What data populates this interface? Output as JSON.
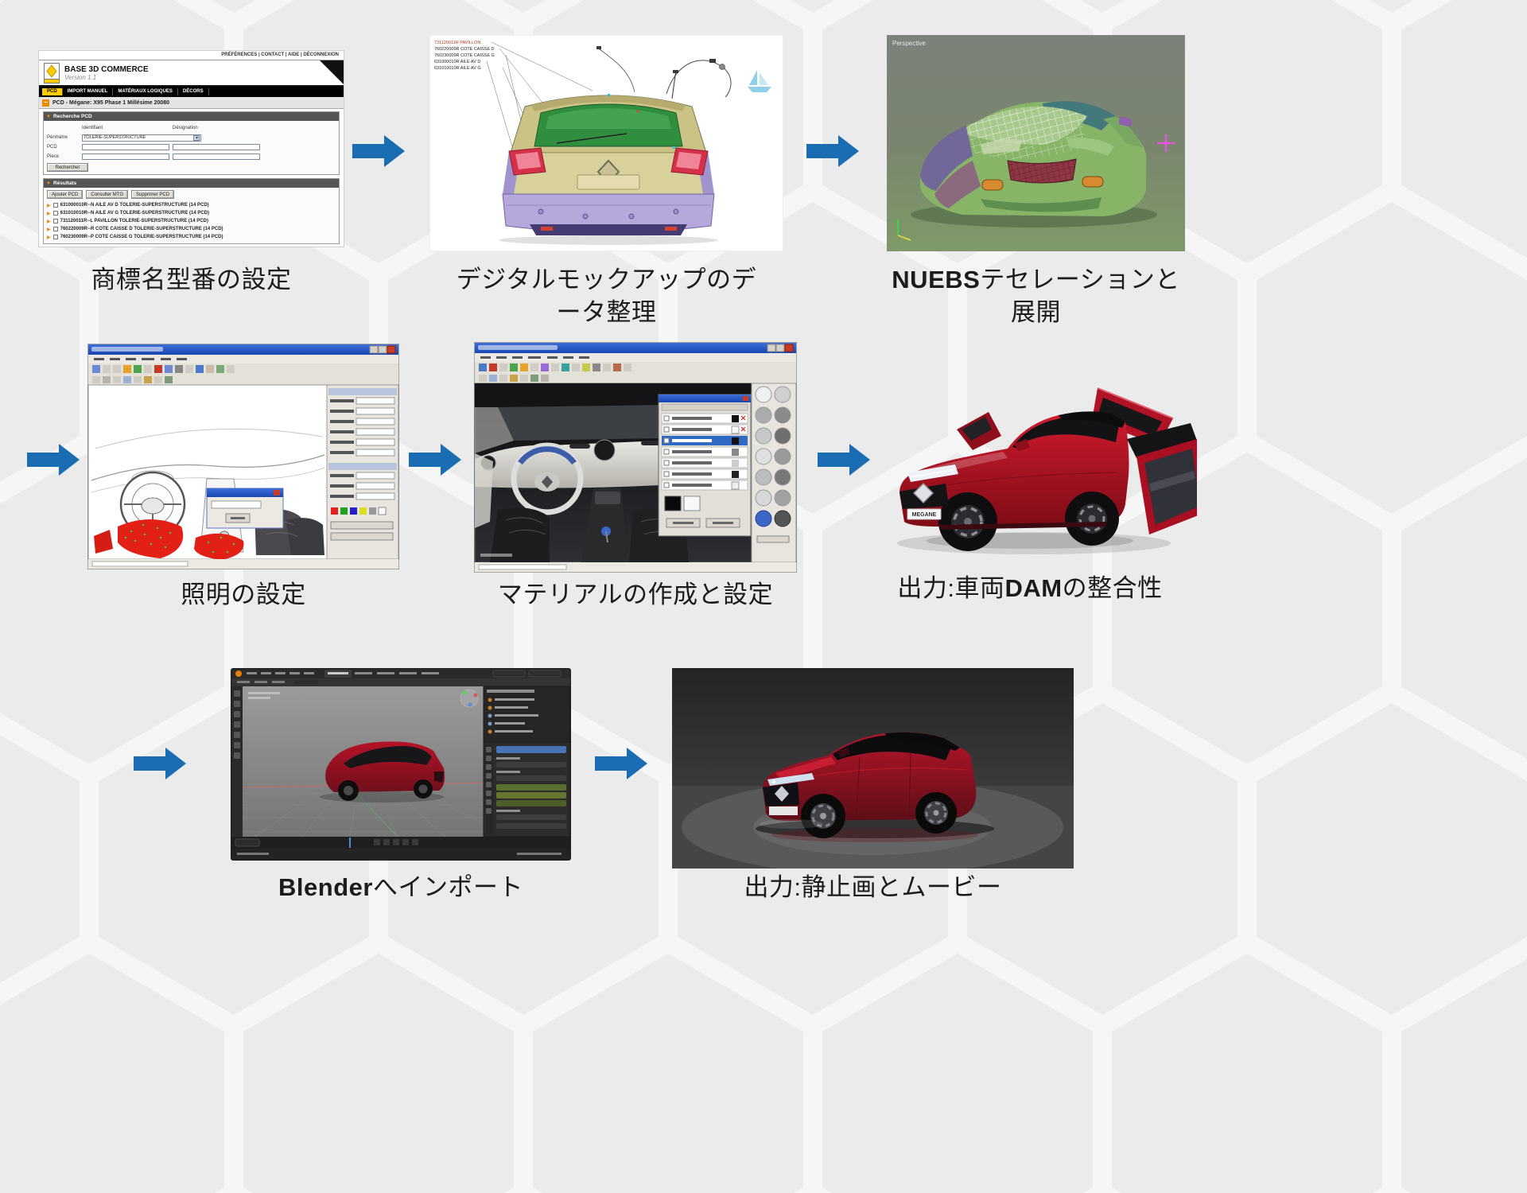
{
  "page": {
    "type": "workflow-diagram"
  },
  "colors": {
    "background": "#ebebeb",
    "hexagon_line": "#f6f6f6",
    "arrow_blue": "#1a6db3",
    "caption_text": "#1c1c1c",
    "renault_yellow": "#ffcc00",
    "megane_red": "#b01226"
  },
  "captions": {
    "step1": "商標名型番の設定",
    "step2_line1": "デジタルモックアップのデ",
    "step2_line2": "ータ整理",
    "step3_bold": "NUEBS",
    "step3_rest": "テセレーションと",
    "step3_line2": "展開",
    "step4": "照明の設定",
    "step5": "マテリアルの作成と設定",
    "step6_pre": "出力:車両",
    "step6_bold": "DAM",
    "step6_post": "の整合性",
    "step7_bold": "Blender",
    "step7_rest": "へインポート",
    "step8": "出力:静止画とムービー"
  },
  "shot1": {
    "top_links": "PRÉFÉRENCES | CONTACT | AIDE | DÉCONNEXION",
    "title": "BASE 3D COMMERCE",
    "version": "Version 1.1",
    "tabs": [
      "PCD",
      "IMPORT MANUEL",
      "MATÉRIAUX LOGIQUES",
      "DÉCORS"
    ],
    "breadcrumb": "PCD - Mégane: X95 Phase 1 Millésime 20080",
    "search_panel": {
      "title": "Recherche PCD",
      "col_identifiant": "Identifiant",
      "col_designation": "Désignation",
      "row_perimetre": "Périmètre",
      "row_pcd": "PCD",
      "row_piece": "Pièce",
      "select_value": "TOLERIE-SUPERSTRUCTURE",
      "search_button": "Rechercher"
    },
    "results_panel": {
      "title": "Résultats",
      "buttons": [
        "Ajouter PCD",
        "Consulter MTG",
        "Supprimer PCD"
      ],
      "rows": [
        "631000010R--N AILE AV D TOLERIE-SUPERSTRUCTURE (14 PCD)",
        "631010010R--N AILE AV G TOLERIE-SUPERSTRUCTURE (14 PCD)",
        "731120011R--L PAVILLON TOLERIE-SUPERSTRUCTURE (14 PCD)",
        "760220009R--R COTE CAISSE D TOLERIE-SUPERSTRUCTURE (14 PCD)",
        "760230009R--P COTE CAISSE G TOLERIE-SUPERSTRUCTURE (14 PCD)"
      ]
    }
  },
  "shot2": {
    "annotations": [
      "731120011R PAVILLON",
      "760220009R COTE CAISSE D",
      "760230009R COTE CAISSE G",
      "631000010R AILE AV D",
      "631010010R AILE AV G"
    ]
  },
  "shot3": {
    "view_label": "Perspective"
  },
  "shot6": {
    "plate_text": "MEGANE"
  }
}
